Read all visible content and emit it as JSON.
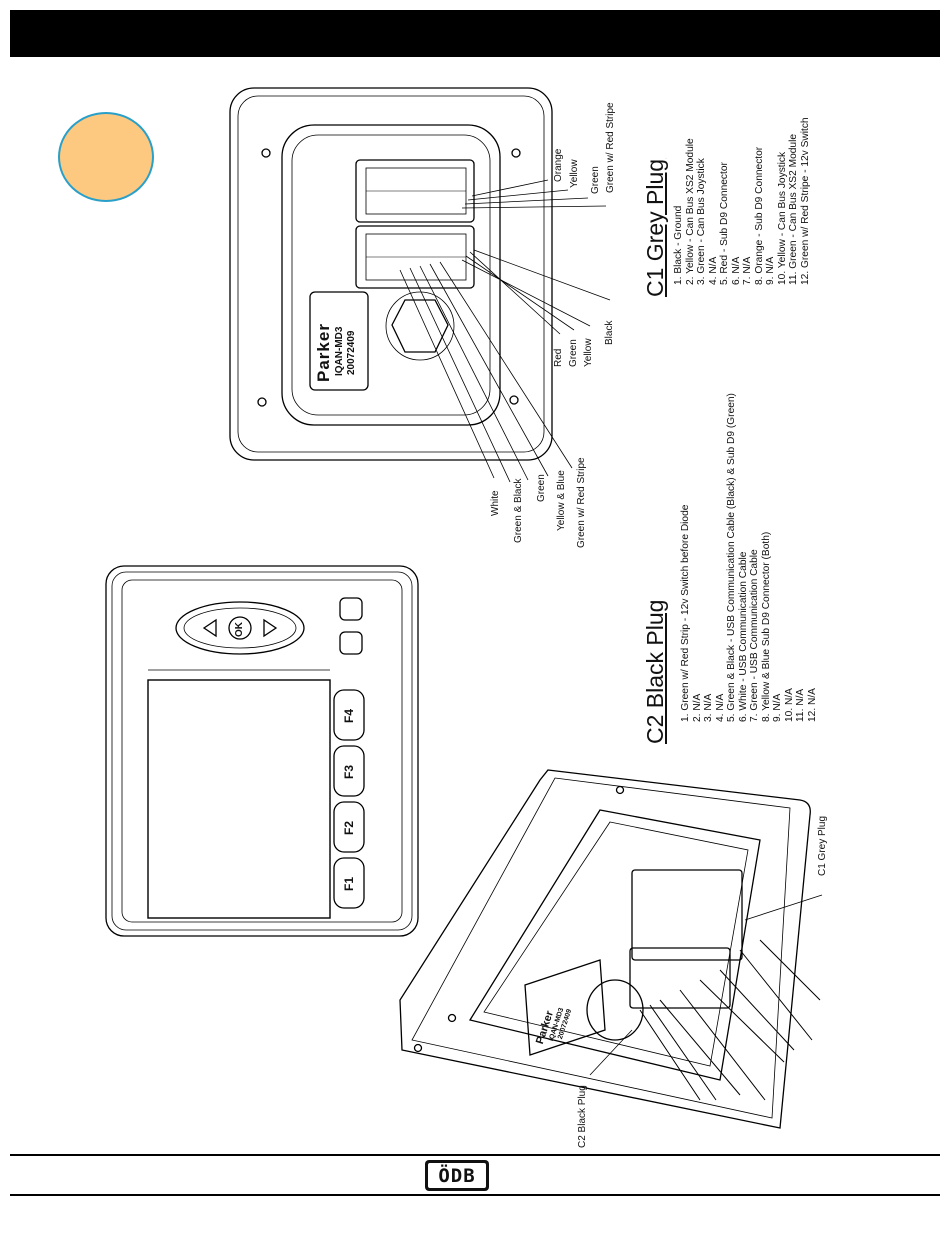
{
  "c1": {
    "title": "C1 Grey Plug",
    "items": [
      "1. Black - Ground",
      "2. Yellow - Can Bus XS2 Module",
      "3. Green - Can Bus Joystick",
      "4. N/A",
      "5. Red - Sub D9 Connector",
      "6. N/A",
      "7. N/A",
      "8. Orange - Sub D9 Connector",
      "9. N/A",
      "10. Yellow - Can Bus Joystick",
      "11. Green - Can Bus XS2 Module",
      "12. Green w/ Red Stripe - 12v Switch"
    ]
  },
  "c2": {
    "title": "C2 Black Plug",
    "items": [
      "1. Green w/ Red Strip - 12v Switch before Diode",
      "2. N/A",
      "3. N/A",
      "4. N/A",
      "5. Green & Black - USB Communication Cable (Black) & Sub D9 (Green)",
      "6. White - USB Communication Cable",
      "7. Green - USB Communication Cable",
      "8. Yellow & Blue Sub D9 Connector (Both)",
      "9. N/A",
      "10. N/A",
      "11. N/A",
      "12. N/A"
    ]
  },
  "wire_labels_top": {
    "orange": "Orange",
    "yellow": "Yellow",
    "green": "Green",
    "green_red": "Green w/ Red Stripe",
    "red": "Red",
    "green2": "Green",
    "yellow2": "Yellow",
    "black": "Black"
  },
  "wire_labels_c2": {
    "white": "White",
    "green_black": "Green & Black",
    "green": "Green",
    "yellow_blue": "Yellow & Blue",
    "green_red": "Green w/ Red Stripe"
  },
  "callouts": {
    "c1_grey_plug": "C1 Grey Plug",
    "c2_black_plug": "C2 Black Plug"
  },
  "module": {
    "brand": "Parker",
    "model": "IQAN-MD3",
    "serial": "20072409"
  },
  "keypad": {
    "ok": "OK",
    "f1": "F1",
    "f2": "F2",
    "f3": "F3",
    "f4": "F4"
  },
  "footer": {
    "logo": "ÖDB"
  },
  "colors": {
    "badge_fill": "#fdc880",
    "badge_border": "#2aa0c8",
    "bar": "#000000"
  }
}
